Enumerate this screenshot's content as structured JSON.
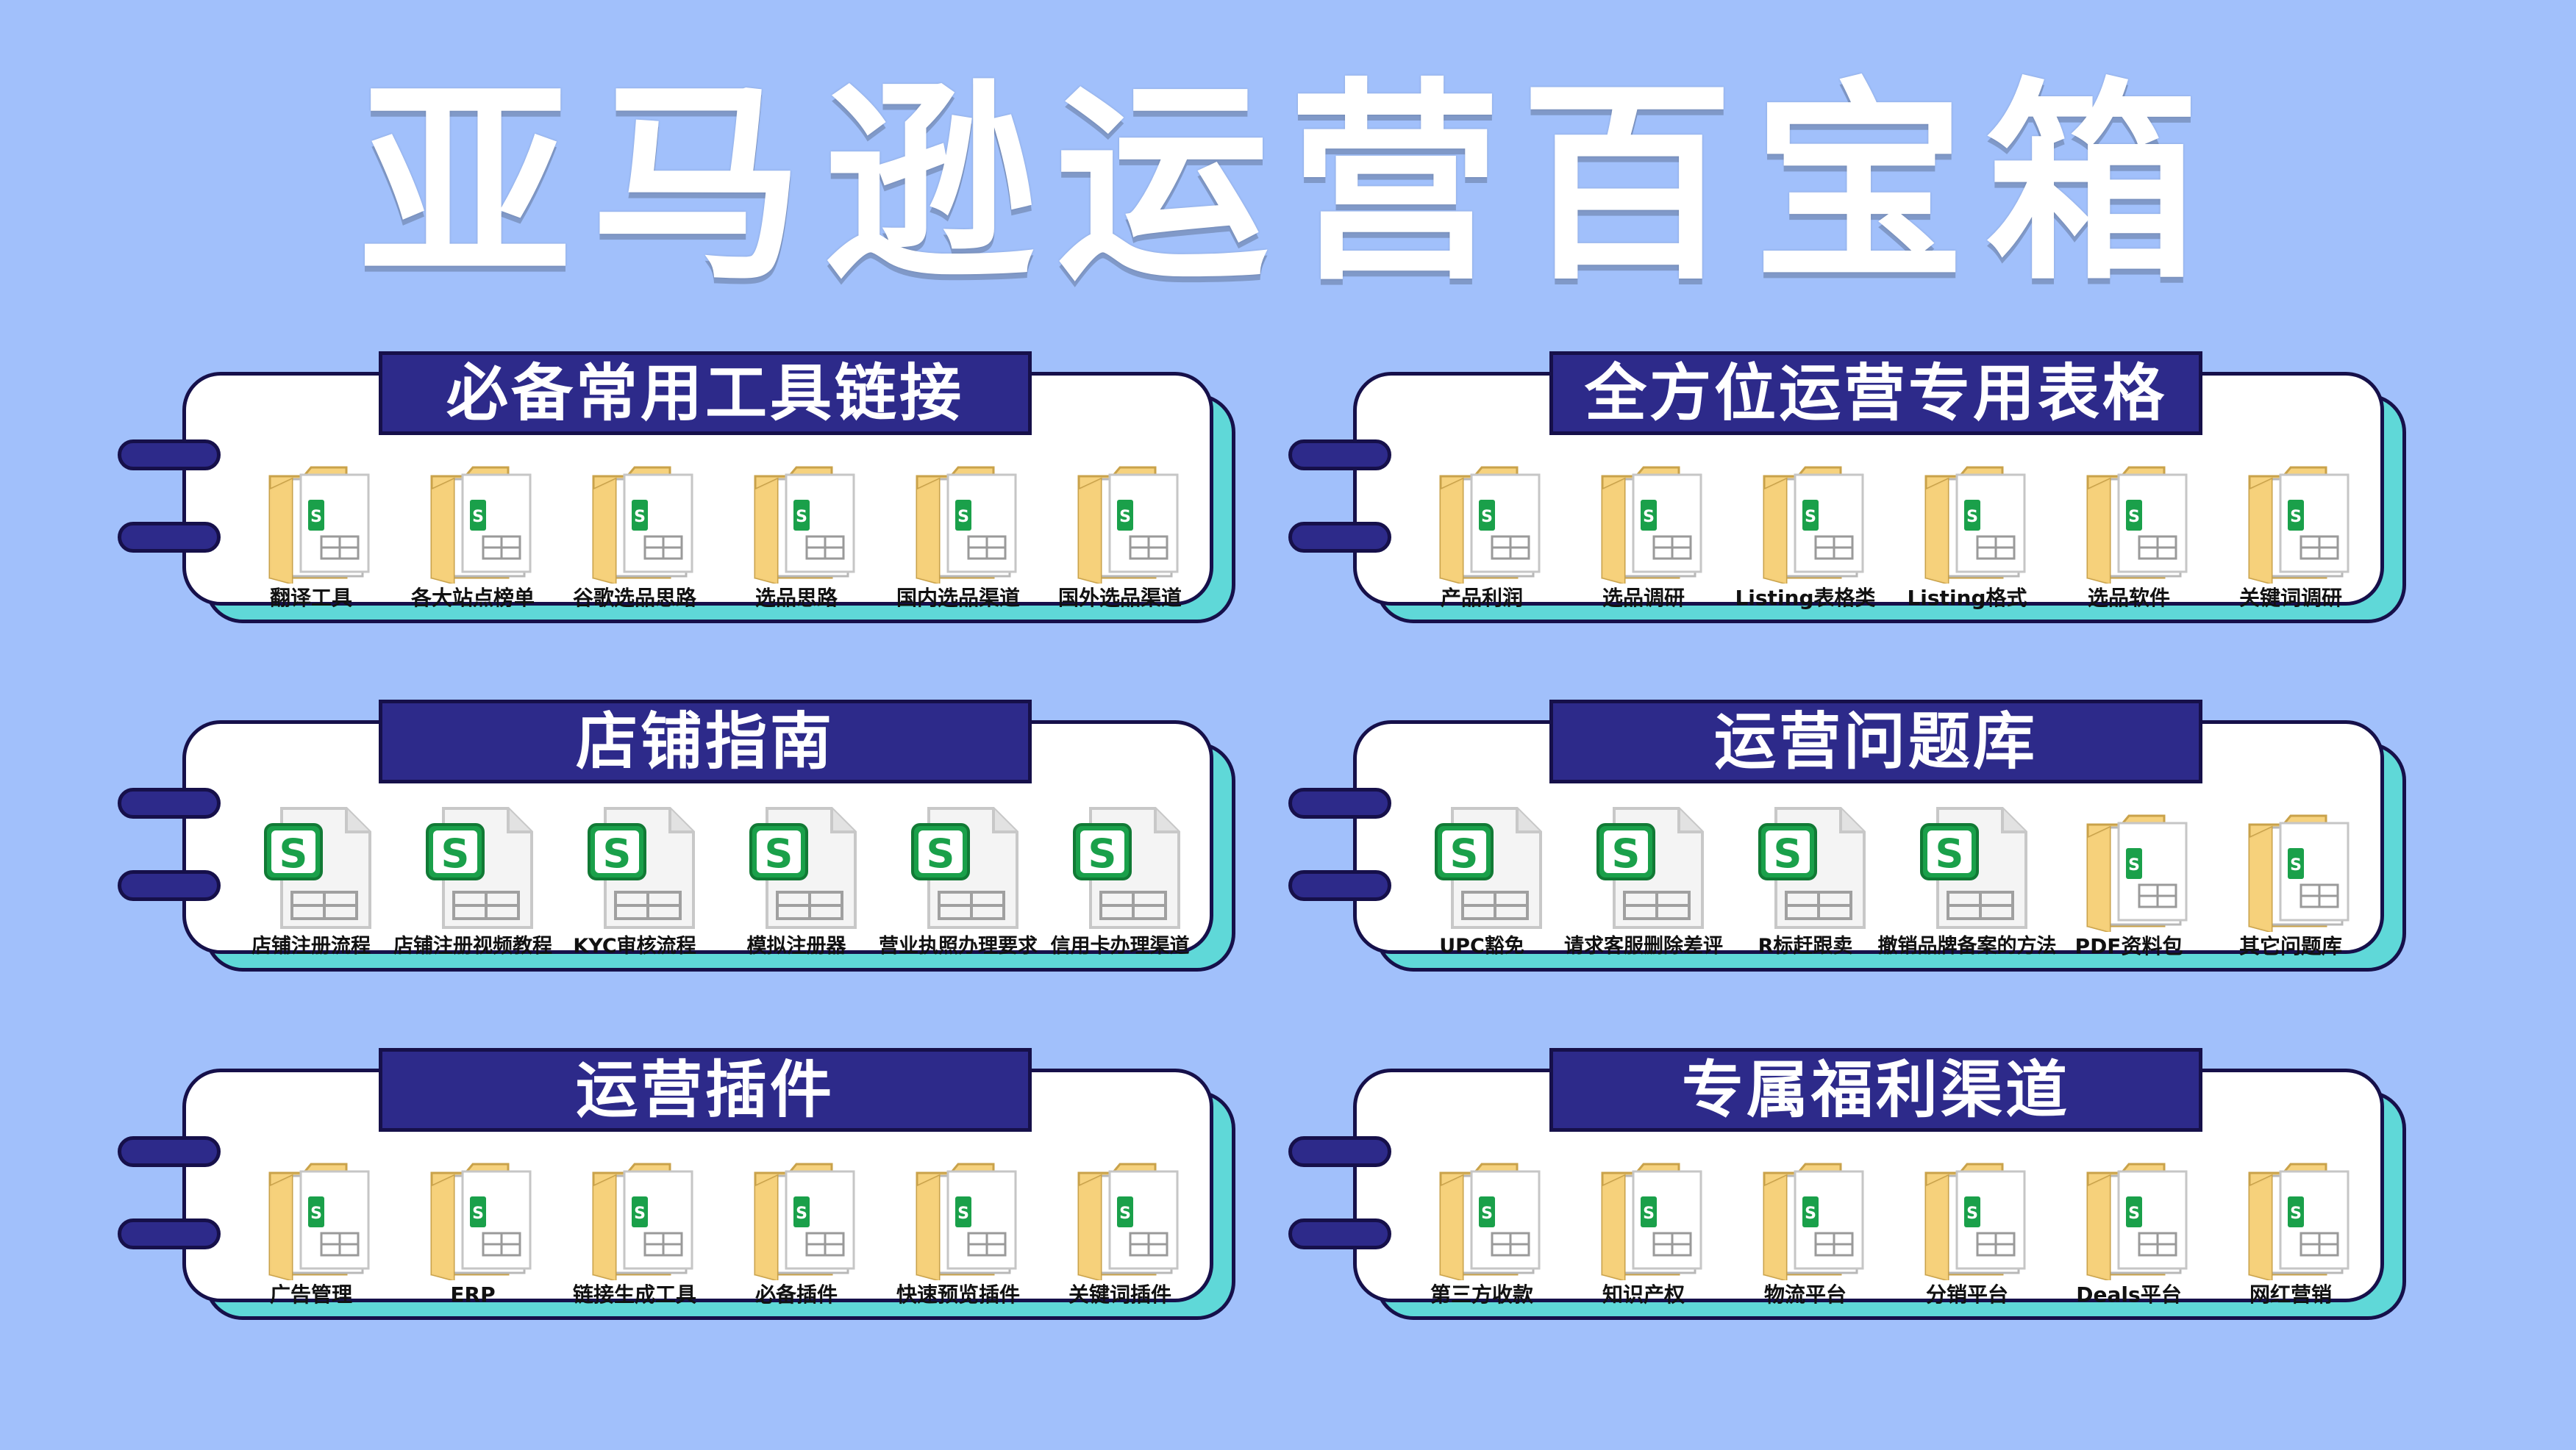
{
  "title": "亚马逊运营百宝箱",
  "colors": {
    "background": "#a1c0fb",
    "banner": "#2d2a8a",
    "outline": "#16104a",
    "card_shadow": "#5fd8d8",
    "folder": "#f6d27e",
    "sheet_green": "#1aa04a"
  },
  "panels": [
    {
      "id": "tools",
      "title": "必备常用工具链接",
      "items": [
        {
          "label": "翻译工具",
          "icon": "folder"
        },
        {
          "label": "各大站点榜单",
          "icon": "folder"
        },
        {
          "label": "谷歌选品思路",
          "icon": "folder"
        },
        {
          "label": "选品思路",
          "icon": "folder"
        },
        {
          "label": "国内选品渠道",
          "icon": "folder"
        },
        {
          "label": "国外选品渠道",
          "icon": "folder"
        }
      ]
    },
    {
      "id": "sheets",
      "title": "全方位运营专用表格",
      "items": [
        {
          "label": "产品利润",
          "icon": "folder"
        },
        {
          "label": "选品调研",
          "icon": "folder"
        },
        {
          "label": "Listing表格类",
          "icon": "folder"
        },
        {
          "label": "Listing格式",
          "icon": "folder"
        },
        {
          "label": "选品软件",
          "icon": "folder"
        },
        {
          "label": "关键词调研",
          "icon": "folder"
        }
      ]
    },
    {
      "id": "store",
      "title": "店铺指南",
      "items": [
        {
          "label": "店铺注册流程",
          "icon": "spreadsheet"
        },
        {
          "label": "店铺注册视频教程",
          "icon": "spreadsheet"
        },
        {
          "label": "KYC审核流程",
          "icon": "spreadsheet"
        },
        {
          "label": "模拟注册器",
          "icon": "spreadsheet"
        },
        {
          "label": "营业执照办理要求",
          "icon": "spreadsheet"
        },
        {
          "label": "信用卡办理渠道",
          "icon": "spreadsheet"
        }
      ]
    },
    {
      "id": "faq",
      "title": "运营问题库",
      "items": [
        {
          "label": "UPC豁免",
          "icon": "spreadsheet"
        },
        {
          "label": "请求客服删除差评",
          "icon": "spreadsheet"
        },
        {
          "label": "R标赶跟卖",
          "icon": "spreadsheet"
        },
        {
          "label": "撤销品牌备案的方法",
          "icon": "spreadsheet"
        },
        {
          "label": "PDF资料包",
          "icon": "folder"
        },
        {
          "label": "其它问题库",
          "icon": "folder"
        }
      ]
    },
    {
      "id": "plugins",
      "title": "运营插件",
      "items": [
        {
          "label": "广告管理",
          "icon": "folder"
        },
        {
          "label": "ERP",
          "icon": "folder"
        },
        {
          "label": "链接生成工具",
          "icon": "folder"
        },
        {
          "label": "必备插件",
          "icon": "folder"
        },
        {
          "label": "快速预览插件",
          "icon": "folder"
        },
        {
          "label": "关键词插件",
          "icon": "folder"
        }
      ]
    },
    {
      "id": "benefits",
      "title": "专属福利渠道",
      "items": [
        {
          "label": "第三方收款",
          "icon": "folder"
        },
        {
          "label": "知识产权",
          "icon": "folder"
        },
        {
          "label": "物流平台",
          "icon": "folder"
        },
        {
          "label": "分销平台",
          "icon": "folder"
        },
        {
          "label": "Deals平台",
          "icon": "folder"
        },
        {
          "label": "网红营销",
          "icon": "folder"
        }
      ]
    }
  ]
}
